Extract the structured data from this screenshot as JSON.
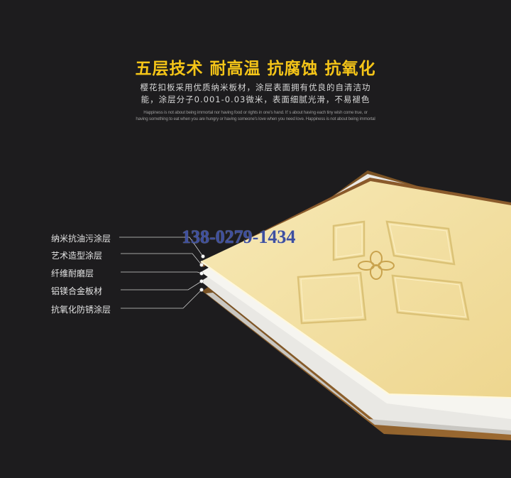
{
  "headline": "五层技术 耐高温 抗腐蚀 抗氧化",
  "description": {
    "line1": "樱花扣板采用优质纳米板材，涂层表面拥有优良的自清洁功",
    "line2": "能，涂层分子0.001-0.03微米，表面细腻光滑，不易褪色"
  },
  "fine_print": {
    "line1": "Happiness is not about being immortal nor having food or rights in one's hand. It' s about having each tiny wish come true, or",
    "line2": "having something to eat when you are hungry or having someone's love when you need love. Happiness is not about being immortal"
  },
  "layers": [
    "纳米抗油污涂层",
    "艺术造型涂层",
    "纤维耐磨层",
    "铝镁合金板材",
    "抗氧化防锈涂层"
  ],
  "watermark": "138-0279-1434",
  "colors": {
    "background": "#1d1c1e",
    "headline": "#f5c518",
    "panel_face": "#f3e1a4",
    "panel_border": "#8a5a2b",
    "watermark": "#3e4f9e"
  }
}
